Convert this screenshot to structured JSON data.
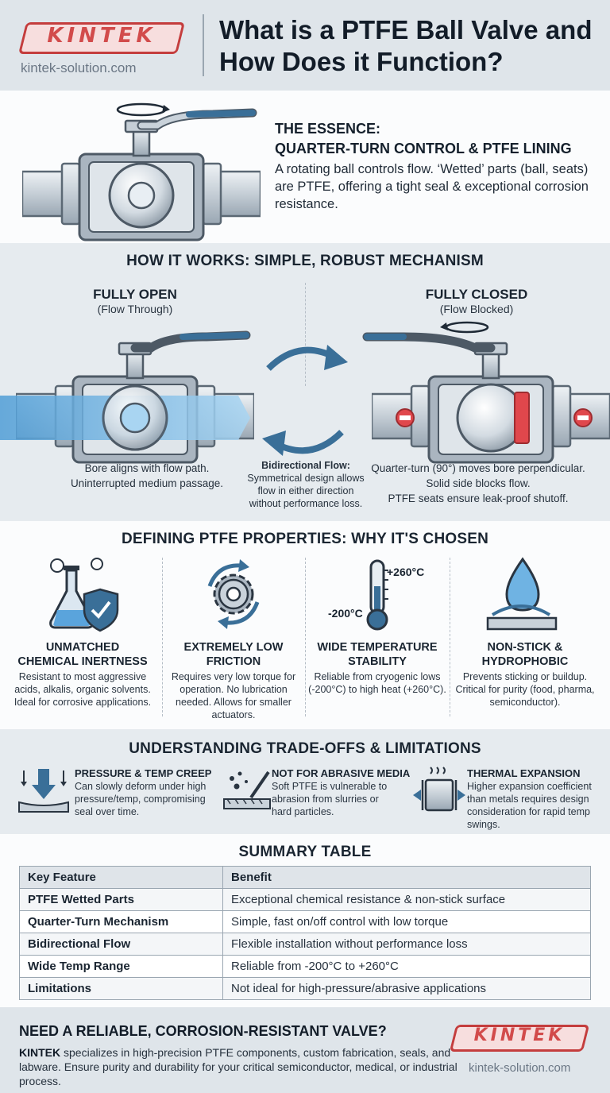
{
  "brand": {
    "logo": "KINTEK",
    "url": "kintek-solution.com"
  },
  "title": "What is a PTFE Ball Valve and How Does it Function?",
  "essence": {
    "heading_line1": "THE ESSENCE:",
    "heading_line2": "QUARTER-TURN CONTROL & PTFE LINING",
    "text": "A rotating ball controls flow. ‘Wetted’ parts (ball, seats) are PTFE, offering a tight seal & exceptional corrosion resistance."
  },
  "how": {
    "heading": "HOW IT WORKS: SIMPLE, ROBUST MECHANISM",
    "open_title": "FULLY OPEN",
    "open_sub": "(Flow Through)",
    "open_caption_1": "Bore aligns with flow path.",
    "open_caption_2": "Uninterrupted medium passage.",
    "closed_title": "FULLY CLOSED",
    "closed_sub": "(Flow Blocked)",
    "closed_caption_1": "Quarter-turn (90°) moves bore perpendicular.",
    "closed_caption_2": "Solid side blocks flow.",
    "closed_caption_3": "PTFE seats ensure leak-proof shutoff.",
    "bidi_title": "Bidirectional Flow:",
    "bidi_1": "Symmetrical design allows",
    "bidi_2": "flow in either direction",
    "bidi_3": "without performance loss."
  },
  "props": {
    "heading": "DEFINING PTFE PROPERTIES: WHY IT'S CHOSEN",
    "temp_high": "+260°C",
    "temp_low": "-200°C",
    "items": [
      {
        "title_1": "UNMATCHED",
        "title_2": "CHEMICAL INERTNESS",
        "desc": "Resistant to most aggressive acids, alkalis, organic solvents. Ideal for corrosive applications."
      },
      {
        "title_1": "EXTREMELY LOW",
        "title_2": "FRICTION",
        "desc": "Requires very low torque for operation. No lubrication needed. Allows for smaller actuators."
      },
      {
        "title_1": "WIDE TEMPERATURE",
        "title_2": "STABILITY",
        "desc": "Reliable from cryogenic lows (-200°C) to high heat (+260°C)."
      },
      {
        "title_1": "NON-STICK &",
        "title_2": "HYDROPHOBIC",
        "desc": "Prevents sticking or buildup. Critical for purity (food, pharma, semiconductor)."
      }
    ]
  },
  "tradeoffs": {
    "heading": "UNDERSTANDING TRADE-OFFS & LIMITATIONS",
    "items": [
      {
        "title": "PRESSURE & TEMP CREEP",
        "desc": "Can slowly deform under high pressure/temp, compromising seal over time."
      },
      {
        "title": "NOT FOR ABRASIVE MEDIA",
        "desc": "Soft PTFE is vulnerable to abrasion from slurries or hard particles."
      },
      {
        "title": "THERMAL EXPANSION",
        "desc": "Higher expansion coefficient than metals requires design consideration for rapid temp swings."
      }
    ]
  },
  "summary": {
    "heading": "SUMMARY TABLE",
    "col_feature": "Key Feature",
    "col_benefit": "Benefit",
    "rows": [
      {
        "feature": "PTFE Wetted Parts",
        "benefit": "Exceptional chemical resistance & non-stick surface"
      },
      {
        "feature": "Quarter-Turn Mechanism",
        "benefit": "Simple, fast on/off control with low torque"
      },
      {
        "feature": "Bidirectional Flow",
        "benefit": "Flexible installation without performance loss"
      },
      {
        "feature": "Wide Temp Range",
        "benefit": "Reliable from -200°C to +260°C"
      },
      {
        "feature": "Limitations",
        "benefit": "Not ideal for high-pressure/abrasive applications"
      }
    ]
  },
  "footer": {
    "heading": "NEED A RELIABLE, CORROSION-RESISTANT VALVE?",
    "brand_bold": "KINTEK",
    "text": " specializes in high-precision PTFE components, custom fabrication, seals, and labware. Ensure purity and durability for your critical semiconductor, medical, or industrial process."
  },
  "colors": {
    "brand_red": "#d24b4b",
    "steel": "#c9d2da",
    "handle_blue": "#3a6f98",
    "flow_blue": "#6fb3e3",
    "block_red": "#e0474c"
  },
  "icons": [
    "rotate-arrow-icon",
    "flask-icon",
    "shield-check-icon",
    "gear-icon",
    "thermometer-icon",
    "droplet-icon",
    "pressure-arrow-icon",
    "abrasion-icon",
    "expansion-icon",
    "flow-arrows-icon"
  ]
}
